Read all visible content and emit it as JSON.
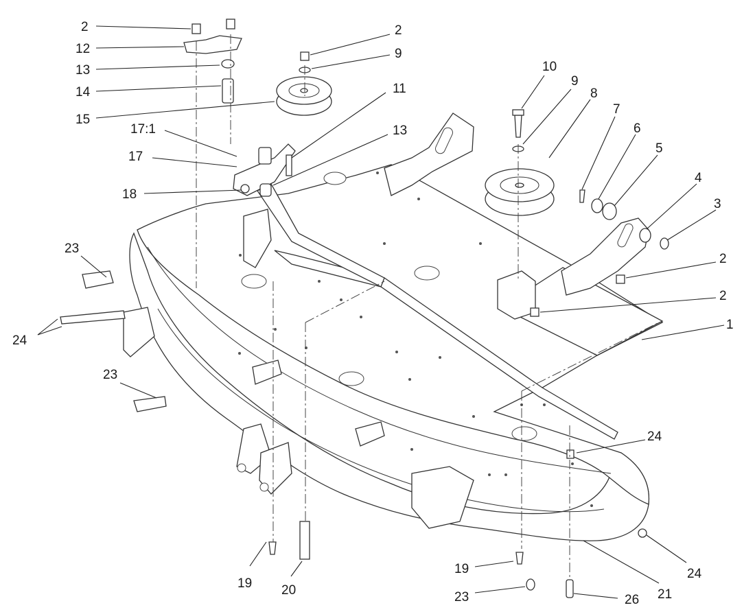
{
  "diagram": {
    "labels": [
      {
        "id": "l-2a",
        "text": "2"
      },
      {
        "id": "l-12",
        "text": "12"
      },
      {
        "id": "l-13a",
        "text": "13"
      },
      {
        "id": "l-14",
        "text": "14"
      },
      {
        "id": "l-15",
        "text": "15"
      },
      {
        "id": "l-17-1",
        "text": "17:1"
      },
      {
        "id": "l-17",
        "text": "17"
      },
      {
        "id": "l-18",
        "text": "18"
      },
      {
        "id": "l-2b",
        "text": "2"
      },
      {
        "id": "l-9a",
        "text": "9"
      },
      {
        "id": "l-11",
        "text": "11"
      },
      {
        "id": "l-13b",
        "text": "13"
      },
      {
        "id": "l-10",
        "text": "10"
      },
      {
        "id": "l-9b",
        "text": "9"
      },
      {
        "id": "l-8",
        "text": "8"
      },
      {
        "id": "l-7",
        "text": "7"
      },
      {
        "id": "l-6",
        "text": "6"
      },
      {
        "id": "l-5",
        "text": "5"
      },
      {
        "id": "l-4",
        "text": "4"
      },
      {
        "id": "l-3",
        "text": "3"
      },
      {
        "id": "l-2c",
        "text": "2"
      },
      {
        "id": "l-2d",
        "text": "2"
      },
      {
        "id": "l-1",
        "text": "1"
      },
      {
        "id": "l-23a",
        "text": "23"
      },
      {
        "id": "l-24a",
        "text": "24"
      },
      {
        "id": "l-23b",
        "text": "23"
      },
      {
        "id": "l-24b",
        "text": "24"
      },
      {
        "id": "l-19a",
        "text": "19"
      },
      {
        "id": "l-20",
        "text": "20"
      },
      {
        "id": "l-19b",
        "text": "19"
      },
      {
        "id": "l-23c",
        "text": "23"
      },
      {
        "id": "l-26",
        "text": "26"
      },
      {
        "id": "l-21",
        "text": "21"
      },
      {
        "id": "l-24c",
        "text": "24"
      }
    ]
  }
}
